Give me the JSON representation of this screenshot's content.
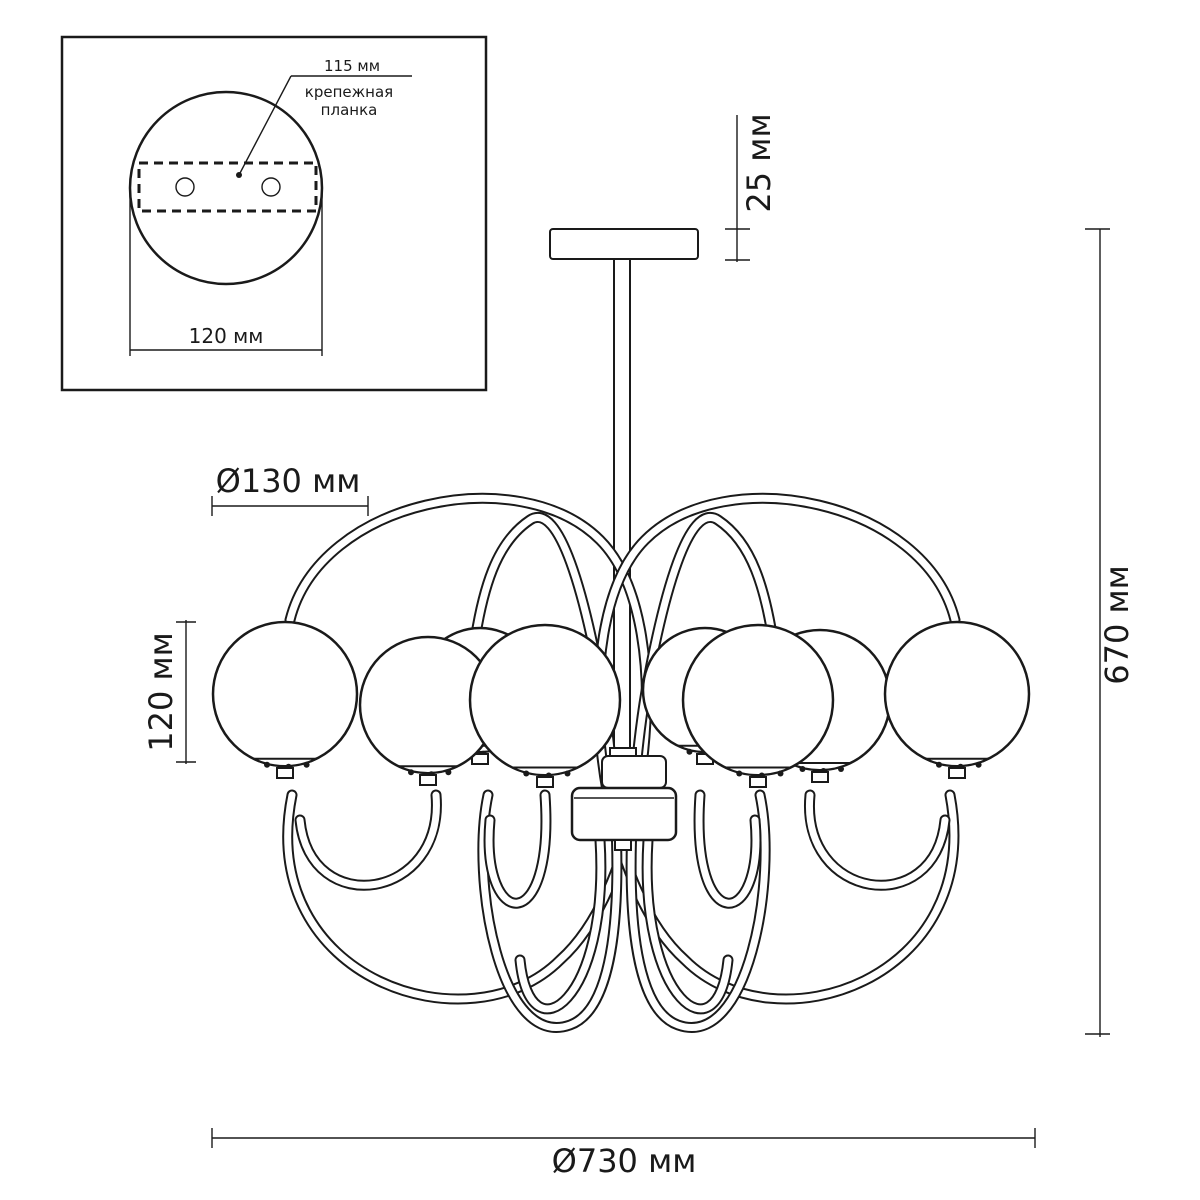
{
  "drawing": {
    "inset": {
      "plate_width_label": "115 мм",
      "bracket_label_line1": "крепежная",
      "bracket_label_line2": "планка",
      "canopy_diameter_label": "120 мм"
    },
    "dimensions": {
      "canopy_height": "25 мм",
      "overall_height": "670 мм",
      "shade_diameter": "Ø130 мм",
      "shade_height": "120 мм",
      "overall_diameter": "Ø730 мм"
    },
    "colors": {
      "stroke": "#1a1a1a",
      "background": "#ffffff"
    },
    "shade_count": 8
  }
}
